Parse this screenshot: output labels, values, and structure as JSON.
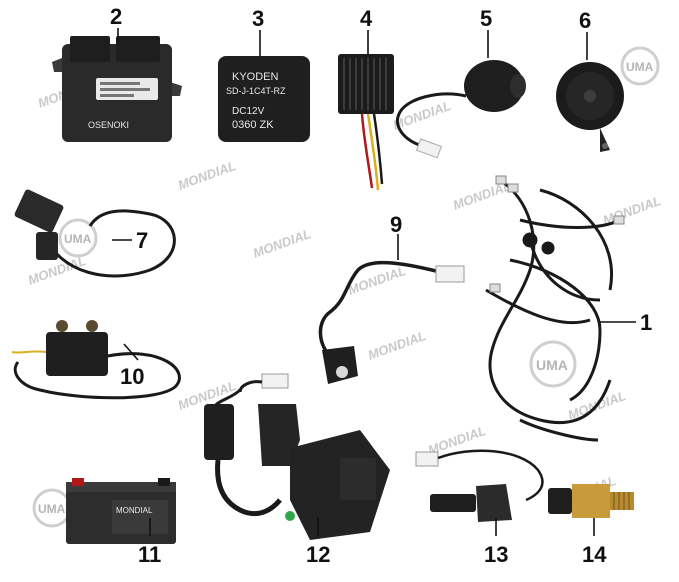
{
  "callouts": [
    {
      "id": "n1",
      "label": "1"
    },
    {
      "id": "n2",
      "label": "2"
    },
    {
      "id": "n3",
      "label": "3"
    },
    {
      "id": "n4",
      "label": "4"
    },
    {
      "id": "n5",
      "label": "5"
    },
    {
      "id": "n6",
      "label": "6"
    },
    {
      "id": "n7",
      "label": "7"
    },
    {
      "id": "n9",
      "label": "9"
    },
    {
      "id": "n10",
      "label": "10"
    },
    {
      "id": "n11",
      "label": "11"
    },
    {
      "id": "n12",
      "label": "12"
    },
    {
      "id": "n13",
      "label": "13"
    },
    {
      "id": "n14",
      "label": "14"
    }
  ],
  "watermarks": {
    "brand": "MONDIAL",
    "logo": "UMA"
  },
  "labels": {
    "ecu_brand": "OSENOKI",
    "relay_brand": "KYODEN",
    "relay_model": "SD-J-1C4T-RZ",
    "relay_voltage": "DC12V",
    "relay_code": "0360 ZK",
    "battery_brand": "MONDIAL"
  },
  "colors": {
    "part_black": "#1f1f1f",
    "part_dark": "#2b2b2b",
    "wire_red": "#b01818",
    "wire_yellow": "#d8b020",
    "brass": "#c89a3a",
    "watermark": "#c9c9c9"
  }
}
